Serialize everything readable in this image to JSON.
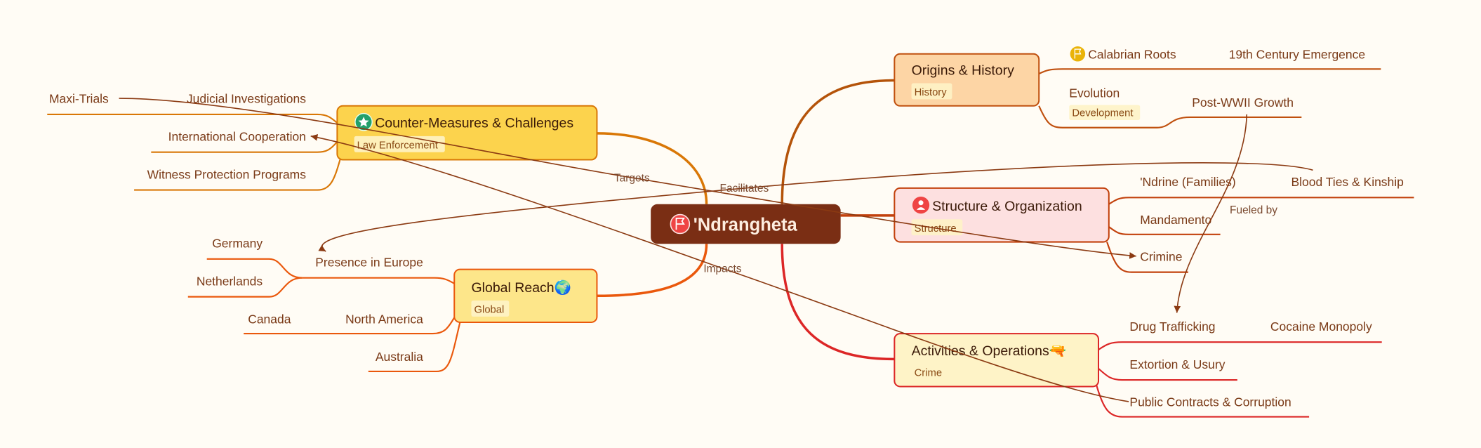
{
  "root": {
    "label": "'Ndrangheta",
    "icon": "flag-icon"
  },
  "branches": {
    "origins": {
      "label": "Origins & History",
      "tag": "History",
      "color": "#c0500e",
      "children": {
        "calabrian": "Calabrian Roots",
        "nineteenth": "19th Century Emergence",
        "evolution": "Evolution",
        "evolution_tag": "Development",
        "postwar": "Post-WWII Growth"
      }
    },
    "structure": {
      "label": "Structure & Organization",
      "tag": "Structure",
      "icon": "user-icon",
      "color": "#c2410c",
      "children": {
        "ndrine": "'Ndrine (Families)",
        "blood": "Blood Ties & Kinship",
        "mandamento": "Mandamento",
        "crimine": "Crimine"
      }
    },
    "activities": {
      "label": "Activities & Operations🔫",
      "tag": "Crime",
      "color": "#dc2626",
      "children": {
        "drugs": "Drug Trafficking",
        "cocaine": "Cocaine Monopoly",
        "extortion": "Extortion & Usury",
        "contracts": "Public Contracts & Corruption"
      }
    },
    "counter": {
      "label": "Counter-Measures & Challenges",
      "tag": "Law Enforcement",
      "icon": "star-icon",
      "color": "#d97706",
      "children": {
        "judicial": "Judicial Investigations",
        "maxi": "Maxi-Trials",
        "international": "International Cooperation",
        "witness": "Witness Protection Programs"
      }
    },
    "global": {
      "label": "Global Reach🌍",
      "tag": "Global",
      "color": "#ea580c",
      "children": {
        "europe": "Presence in Europe",
        "germany": "Germany",
        "netherlands": "Netherlands",
        "north_america": "North America",
        "canada": "Canada",
        "australia": "Australia"
      }
    }
  },
  "cross_links": {
    "targets": "Targets",
    "facilitates": "Facilitates",
    "impacts": "Impacts",
    "fueled": "Fueled by"
  }
}
